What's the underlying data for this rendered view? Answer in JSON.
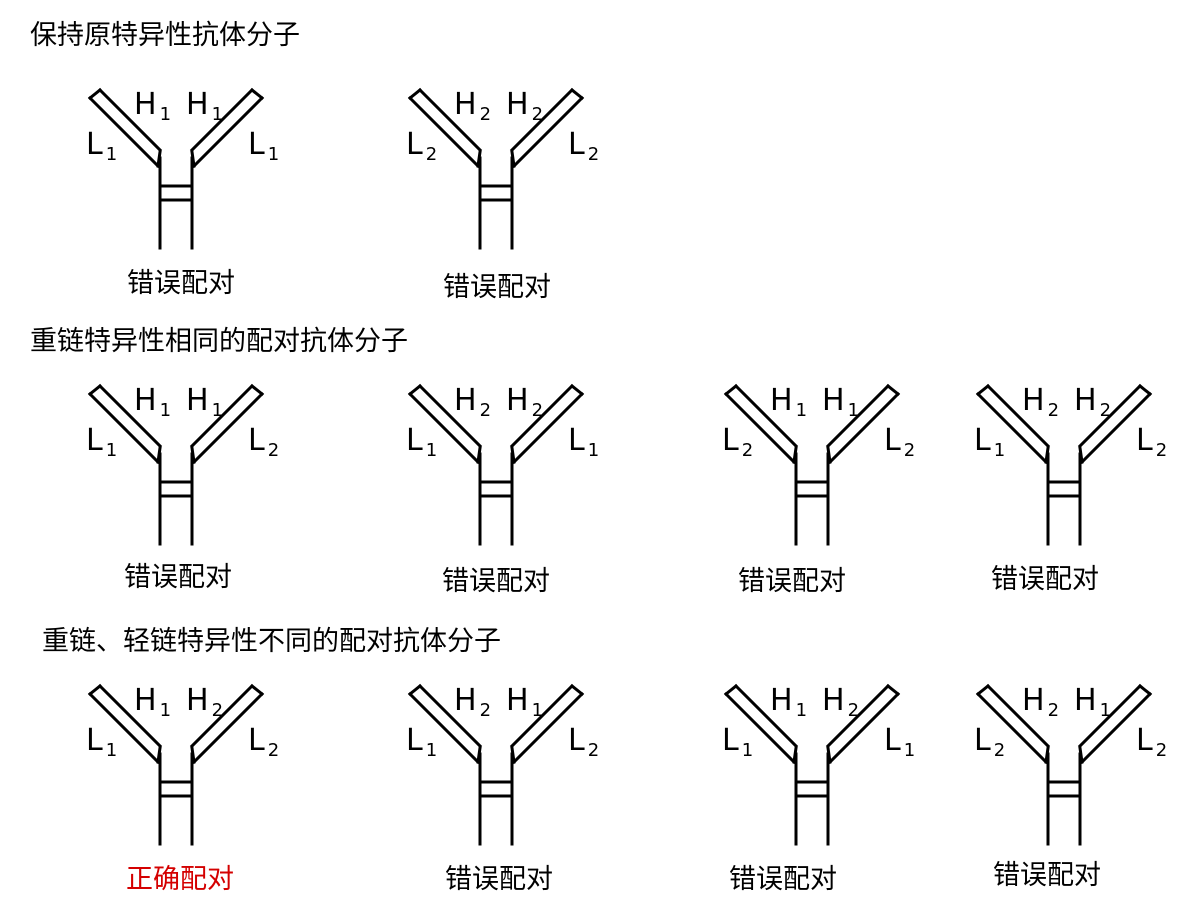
{
  "caption_color_correct": "#d40000",
  "caption_color_default": "#000000",
  "sections": [
    {
      "title": "保持原特异性抗体分子",
      "antibodies": [
        {
          "h_left": "H",
          "h_left_sub": "1",
          "h_right": "H",
          "h_right_sub": "1",
          "l_left": "L",
          "l_left_sub": "1",
          "l_right": "L",
          "l_right_sub": "1",
          "caption": "错误配对",
          "correct": false
        },
        {
          "h_left": "H",
          "h_left_sub": "2",
          "h_right": "H",
          "h_right_sub": "2",
          "l_left": "L",
          "l_left_sub": "2",
          "l_right": "L",
          "l_right_sub": "2",
          "caption": "错误配对",
          "correct": false
        }
      ]
    },
    {
      "title": "重链特异性相同的配对抗体分子",
      "antibodies": [
        {
          "h_left": "H",
          "h_left_sub": "1",
          "h_right": "H",
          "h_right_sub": "1",
          "l_left": "L",
          "l_left_sub": "1",
          "l_right": "L",
          "l_right_sub": "2",
          "caption": "错误配对",
          "correct": false
        },
        {
          "h_left": "H",
          "h_left_sub": "2",
          "h_right": "H",
          "h_right_sub": "2",
          "l_left": "L",
          "l_left_sub": "1",
          "l_right": "L",
          "l_right_sub": "1",
          "caption": "错误配对",
          "correct": false
        },
        {
          "h_left": "H",
          "h_left_sub": "1",
          "h_right": "H",
          "h_right_sub": "1",
          "l_left": "L",
          "l_left_sub": "2",
          "l_right": "L",
          "l_right_sub": "2",
          "caption": "错误配对",
          "correct": false
        },
        {
          "h_left": "H",
          "h_left_sub": "2",
          "h_right": "H",
          "h_right_sub": "2",
          "l_left": "L",
          "l_left_sub": "1",
          "l_right": "L",
          "l_right_sub": "2",
          "caption": "错误配对",
          "correct": false
        }
      ]
    },
    {
      "title": "重链、轻链特异性不同的配对抗体分子",
      "antibodies": [
        {
          "h_left": "H",
          "h_left_sub": "1",
          "h_right": "H",
          "h_right_sub": "2",
          "l_left": "L",
          "l_left_sub": "1",
          "l_right": "L",
          "l_right_sub": "2",
          "caption": "正确配对",
          "correct": true
        },
        {
          "h_left": "H",
          "h_left_sub": "2",
          "h_right": "H",
          "h_right_sub": "1",
          "l_left": "L",
          "l_left_sub": "1",
          "l_right": "L",
          "l_right_sub": "2",
          "caption": "错误配对",
          "correct": false
        },
        {
          "h_left": "H",
          "h_left_sub": "1",
          "h_right": "H",
          "h_right_sub": "2",
          "l_left": "L",
          "l_left_sub": "1",
          "l_right": "L",
          "l_right_sub": "1",
          "caption": "错误配对",
          "correct": false
        },
        {
          "h_left": "H",
          "h_left_sub": "2",
          "h_right": "H",
          "h_right_sub": "1",
          "l_left": "L",
          "l_left_sub": "2",
          "l_right": "L",
          "l_right_sub": "2",
          "caption": "错误配对",
          "correct": false
        }
      ]
    }
  ]
}
